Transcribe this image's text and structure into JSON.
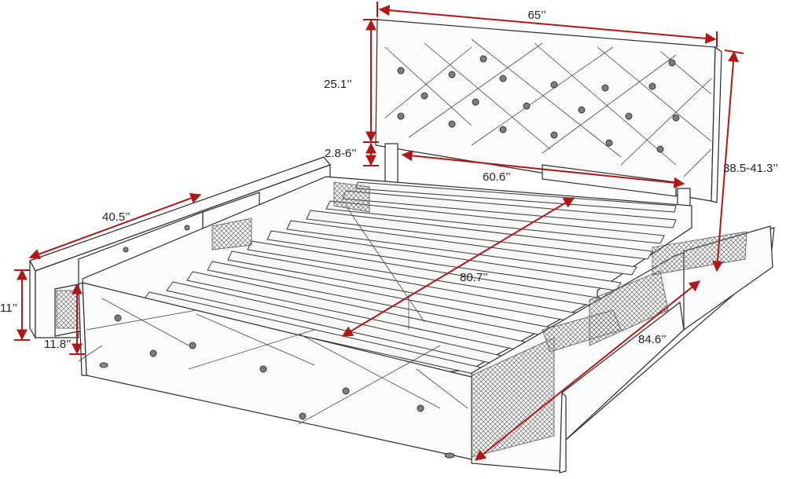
{
  "dimensions": {
    "headboard_width": "65’’",
    "headboard_height": "25.1’’",
    "leg_gap": "2.8-6’’",
    "inner_width": "60.6’’",
    "total_height": "38.5-41.3’’",
    "drawer_depth": "40.5’’",
    "drawer_height": "11’’",
    "footboard_height": "11.8’’",
    "inner_length": "80.7’’",
    "total_length": "84.6’’"
  },
  "colors": {
    "dimension_line": "#b01818",
    "sketch_line": "#2a2a2a"
  }
}
